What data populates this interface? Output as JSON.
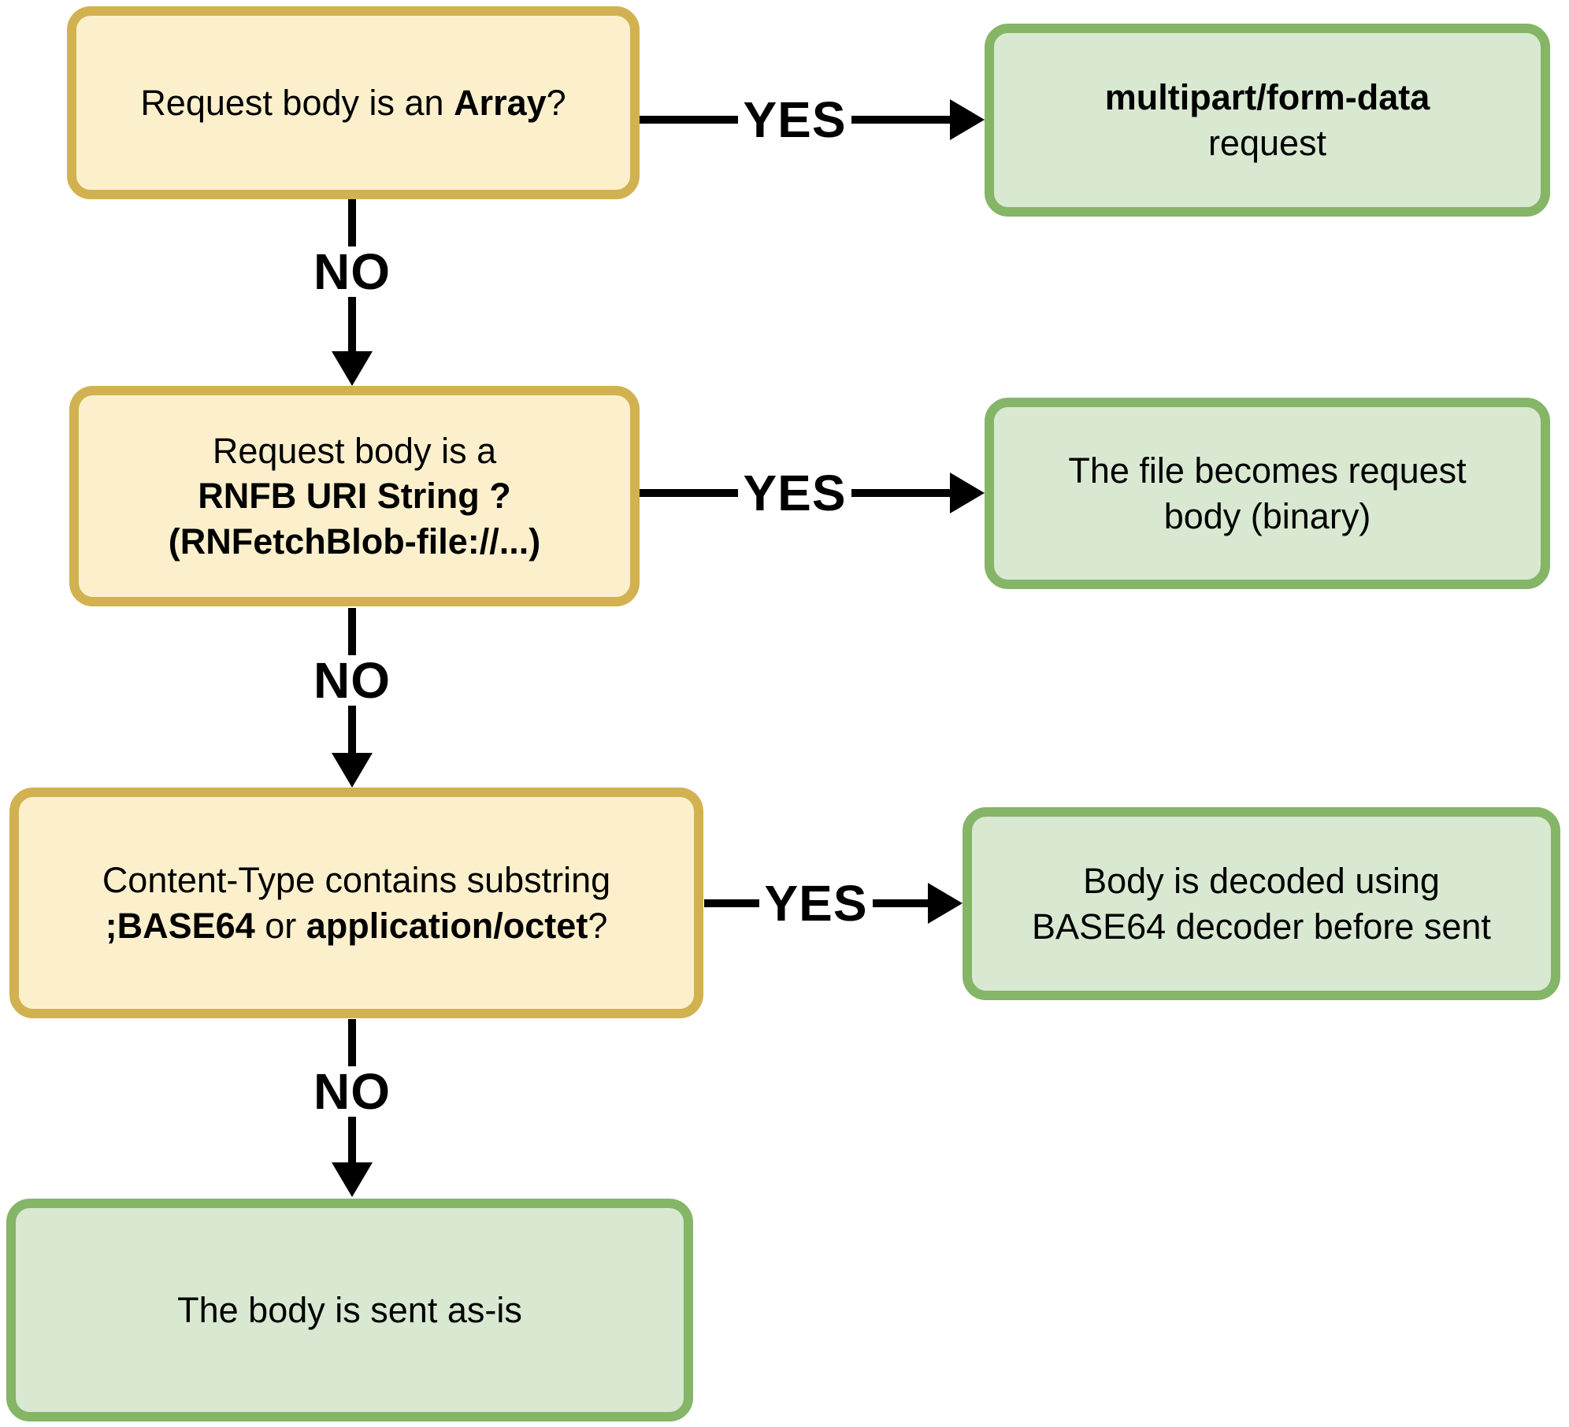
{
  "labels": {
    "yes": "YES",
    "no": "NO"
  },
  "colors": {
    "background": "#FFFFFF",
    "question_fill": "#FCF0CC",
    "question_border": "#D2B150",
    "result_fill": "#D8E8D1",
    "result_border": "#85B567",
    "arrow": "#000000",
    "text": "#000000"
  },
  "nodes": {
    "q1": {
      "prefix": "Request body is an ",
      "bold": "Array",
      "suffix": "?"
    },
    "r1": {
      "line1_bold": "multipart/form-data",
      "line2": "request"
    },
    "q2": {
      "line1": "Request body is a",
      "line2_bold": "RNFB URI String ?",
      "line3_bold": "(RNFetchBlob-file://...)"
    },
    "r2": {
      "line1": "The file becomes request",
      "line2": "body (binary)"
    },
    "q3": {
      "line1": "Content-Type contains substring",
      "line2_bold1": ";BASE64",
      "line2_mid": " or ",
      "line2_bold2": "application/octet",
      "line2_suffix": "?"
    },
    "r3": {
      "line1": "Body is decoded using",
      "line2": "BASE64 decoder before sent"
    },
    "r4": {
      "text": "The body is sent as-is"
    }
  }
}
